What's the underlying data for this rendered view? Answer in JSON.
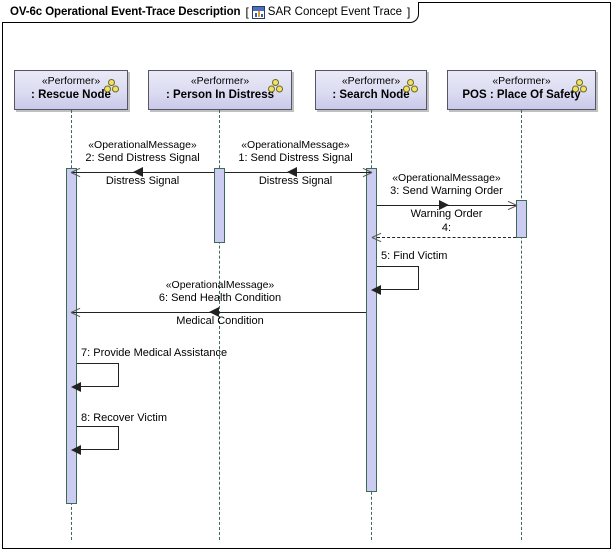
{
  "frame": {
    "title": "OV-6c Operational Event-Trace Description",
    "bracket_open": "[",
    "bracket_close": "]",
    "icon": "sequence-diagram-icon",
    "subtitle": "SAR Concept Event Trace"
  },
  "lifelines": [
    {
      "id": "rescue",
      "stereotype": "«Performer»",
      "name": ": Rescue Node",
      "icon": "performer-icon"
    },
    {
      "id": "pid",
      "stereotype": "«Performer»",
      "name": ": Person In Distress",
      "icon": "performer-icon"
    },
    {
      "id": "search",
      "stereotype": "«Performer»",
      "name": ": Search Node",
      "icon": "performer-icon"
    },
    {
      "id": "pos",
      "stereotype": "«Performer»",
      "name": "POS : Place Of Safety",
      "icon": "performer-icon"
    }
  ],
  "messages": [
    {
      "number": "2:",
      "stereotype": "«OperationalMessage»",
      "label": "2:  Send Distress Signal",
      "signal": "Distress Signal",
      "from": "pid",
      "to": "rescue",
      "direction": "left",
      "style": "solid"
    },
    {
      "number": "1:",
      "stereotype": "«OperationalMessage»",
      "label": "1:  Send Distress Signal",
      "signal": "Distress Signal",
      "from": "search",
      "to": "pid",
      "direction": "left",
      "style": "solid"
    },
    {
      "number": "3:",
      "stereotype": "«OperationalMessage»",
      "label": "3:  Send Warning Order",
      "signal": "Warning Order",
      "from": "search",
      "to": "pos",
      "direction": "right",
      "style": "solid"
    },
    {
      "number": "4:",
      "stereotype": "",
      "label": "4:",
      "signal": "",
      "from": "pos",
      "to": "search",
      "direction": "left",
      "style": "dashed"
    },
    {
      "number": "6:",
      "stereotype": "«OperationalMessage»",
      "label": "6:  Send Health Condition",
      "signal": "Medical Condition",
      "from": "search",
      "to": "rescue",
      "direction": "left",
      "style": "solid"
    }
  ],
  "self_messages": [
    {
      "number": "5:",
      "label": "5: Find Victim",
      "on": "search"
    },
    {
      "number": "7:",
      "label": "7: Provide Medical Assistance",
      "on": "rescue"
    },
    {
      "number": "8:",
      "label": "8: Recover Victim",
      "on": "rescue"
    }
  ],
  "colors": {
    "head_fill": "#dcdcf2",
    "head_border": "#555566",
    "activation_fill": "#ccccf2",
    "activation_border": "#3c6b5a",
    "lifeline": "#3c6b5a",
    "message_line": "#222222",
    "frame_border": "#000000",
    "icon_accent": "#e8d24a"
  }
}
